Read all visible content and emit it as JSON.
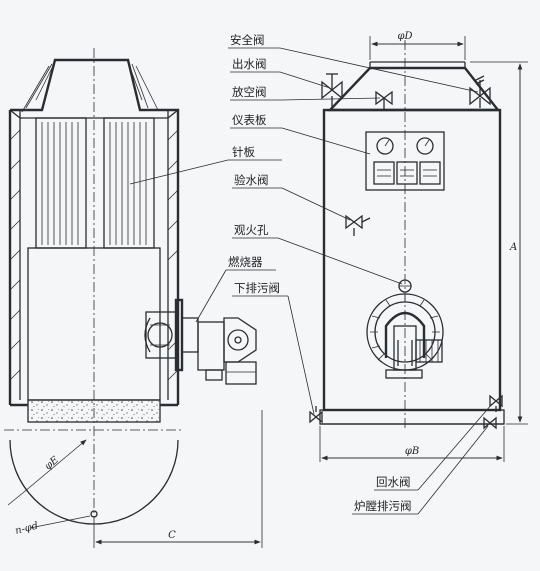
{
  "labels": {
    "safety_valve": "安全阀",
    "outlet_valve": "出水阀",
    "vent_valve": "放空阀",
    "instrument_panel": "仪表板",
    "needle_plate": "针板",
    "water_test_valve": "验水阀",
    "sight_hole": "观火孔",
    "burner": "燃烧器",
    "lower_blowdown_valve": "下排污阀",
    "return_valve": "回水阀",
    "furnace_blowdown_valve": "炉膛排污阀"
  },
  "dimensions": {
    "top_diameter": "φD",
    "base_diameter": "φB",
    "height": "A",
    "bolt_circle": "φE",
    "bolt_holes": "n-φd",
    "offset": "C"
  },
  "colors": {
    "line": "#2a2d31",
    "background": "#f4f6f7"
  }
}
